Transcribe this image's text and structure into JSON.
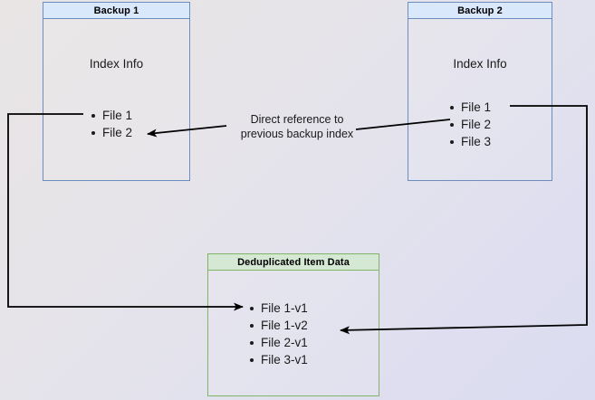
{
  "diagram": {
    "title_hidden": "",
    "background": {
      "from": "#e9e5e5",
      "to": "#dcdcf1"
    },
    "colors": {
      "blue_border": "#6c8ebf",
      "blue_fill": "#dae8fc",
      "green_border": "#82b366",
      "green_fill": "#d5e8d4",
      "arrow": "#000000",
      "text": "#1a1a1a"
    }
  },
  "backup1": {
    "title": "Backup 1",
    "section_label": "Index Info",
    "files": [
      {
        "label": "File 1"
      },
      {
        "label": "File 2"
      }
    ]
  },
  "backup2": {
    "title": "Backup 2",
    "section_label": "Index Info",
    "files": [
      {
        "label": "File 1"
      },
      {
        "label": "File 2"
      },
      {
        "label": "File 3"
      }
    ]
  },
  "dedup": {
    "title": "Deduplicated Item Data",
    "files": [
      {
        "label": "File 1-v1"
      },
      {
        "label": "File 1-v2"
      },
      {
        "label": "File 2-v1"
      },
      {
        "label": "File 3-v1"
      }
    ]
  },
  "annotation": {
    "line1": "Direct reference to",
    "line2": "previous backup index"
  }
}
